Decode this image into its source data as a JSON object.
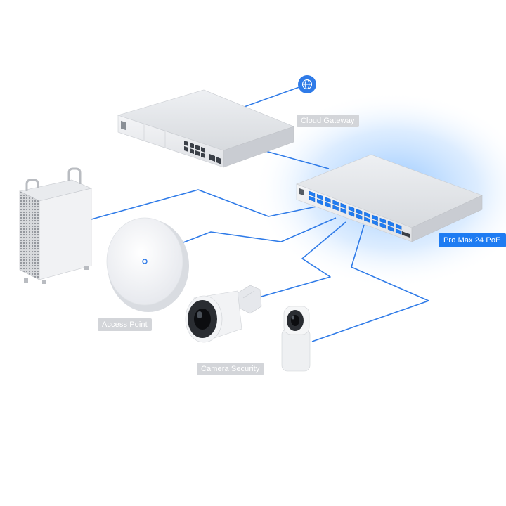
{
  "diagram": {
    "devices": {
      "cloud_gateway": {
        "label": "Cloud Gateway"
      },
      "switch": {
        "label": "Pro Max 24 PoE"
      },
      "access_point": {
        "label": "Access Point"
      },
      "camera": {
        "label": "Camera Security"
      }
    },
    "icons": {
      "internet": "globe-icon"
    },
    "colors": {
      "cable": "#2f7be8",
      "accent": "#1f7cf2",
      "glow": "#6fb2ff",
      "device_body": "#e4e6ea",
      "label_bg": "#d3d5d9"
    }
  }
}
